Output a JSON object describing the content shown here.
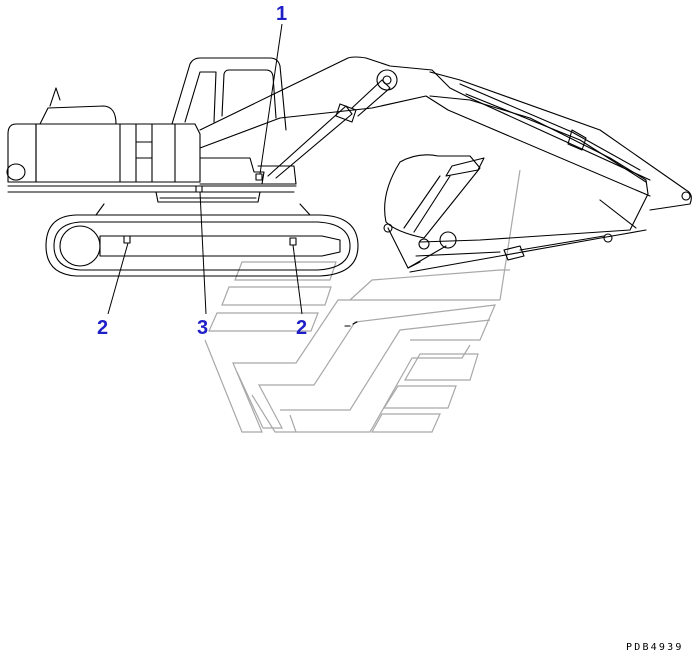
{
  "callouts": {
    "c1": "1",
    "c2_left": "2",
    "c3": "3",
    "c2_right": "2"
  },
  "drawing_code": "PDB4939",
  "colors": {
    "line": "#000000",
    "watermark": "#a8a8a8",
    "callout": "#1f1fc8"
  }
}
